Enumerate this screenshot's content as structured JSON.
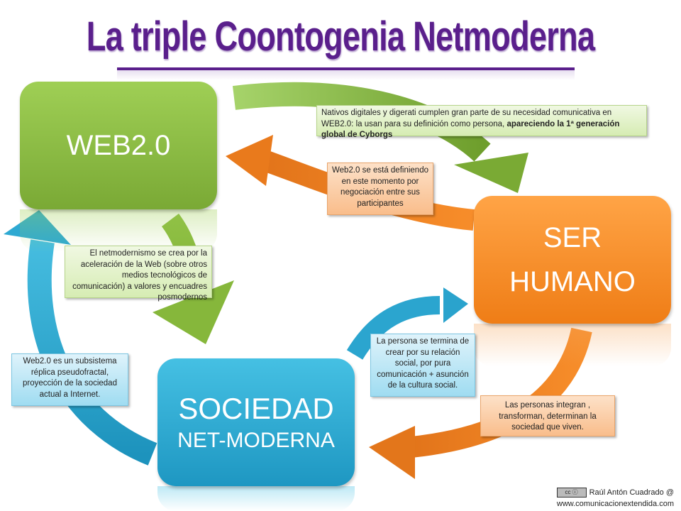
{
  "title": "La triple Coontogenia Netmoderna",
  "nodes": {
    "web": "WEB2.0",
    "ser_line1": "SER",
    "ser_line2": "HUMANO",
    "soc_line1": "SOCIEDAD",
    "soc_line2": "NET-MODERNA"
  },
  "notes": {
    "nativos_plain": "Nativos digitales y digerati cumplen gran parte de su necesidad comunicativa en WEB2.0: la usan para su definición como persona, ",
    "nativos_bold": "apareciendo la 1ª generación global de Cyborgs",
    "web_definiendo": "Web2.0 se está definiendo en este momento por negociación entre sus participantes",
    "netmodernismo": "El netmodernismo se crea por la aceleración de la Web (sobre otros medios tecnológicos de comunicación) a valores y encuadres posmodernos",
    "subsistema": "Web2.0 es un subsistema réplica pseudofractal, proyección de la sociedad actual a Internet.",
    "persona": "La persona se termina de crear por su relación social, por pura comunicación + asunción de la cultura social.",
    "personas": "Las personas integran , transforman, determinan la sociedad que viven."
  },
  "credit": {
    "author": "Raúl Antón Cuadrado @",
    "site": "www.comunicacionextendida.com",
    "license_icon": "creative-commons-by-icon"
  },
  "colors": {
    "green": "#8cbf45",
    "orange": "#f58a26",
    "blue": "#2aa8d0",
    "title": "#5a1f8c"
  }
}
